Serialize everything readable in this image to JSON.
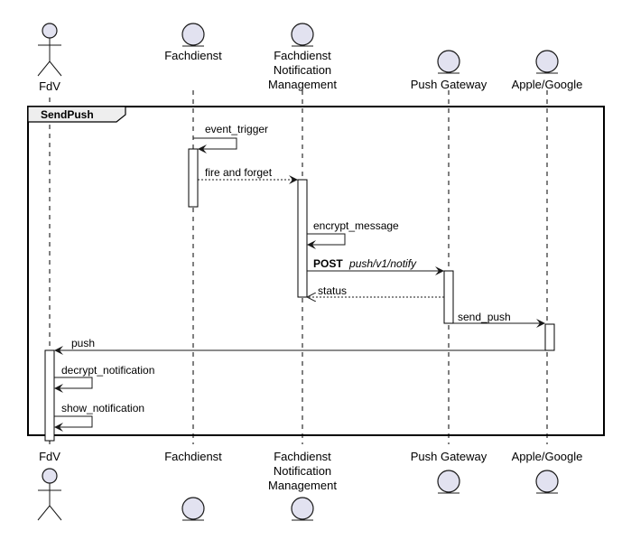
{
  "participants": {
    "fdv": "FdV",
    "fachdienst": "Fachdienst",
    "fnm_line1": "Fachdienst",
    "fnm_line2": "Notification",
    "fnm_line3": "Management",
    "push_gateway": "Push Gateway",
    "apple_google": "Apple/Google"
  },
  "group": {
    "label": "SendPush"
  },
  "messages": {
    "m1": "event_trigger",
    "m2": "fire and forget",
    "m3": "encrypt_message",
    "m4_method": "POST",
    "m4_path": "push/v1/notify",
    "m5": "status",
    "m6": "send_push",
    "m7": "push",
    "m8": "decrypt_notification",
    "m9": "show_notification"
  },
  "colors": {
    "entity_fill": "#e2e2f0",
    "stroke": "#181818",
    "background": "#ffffff"
  }
}
